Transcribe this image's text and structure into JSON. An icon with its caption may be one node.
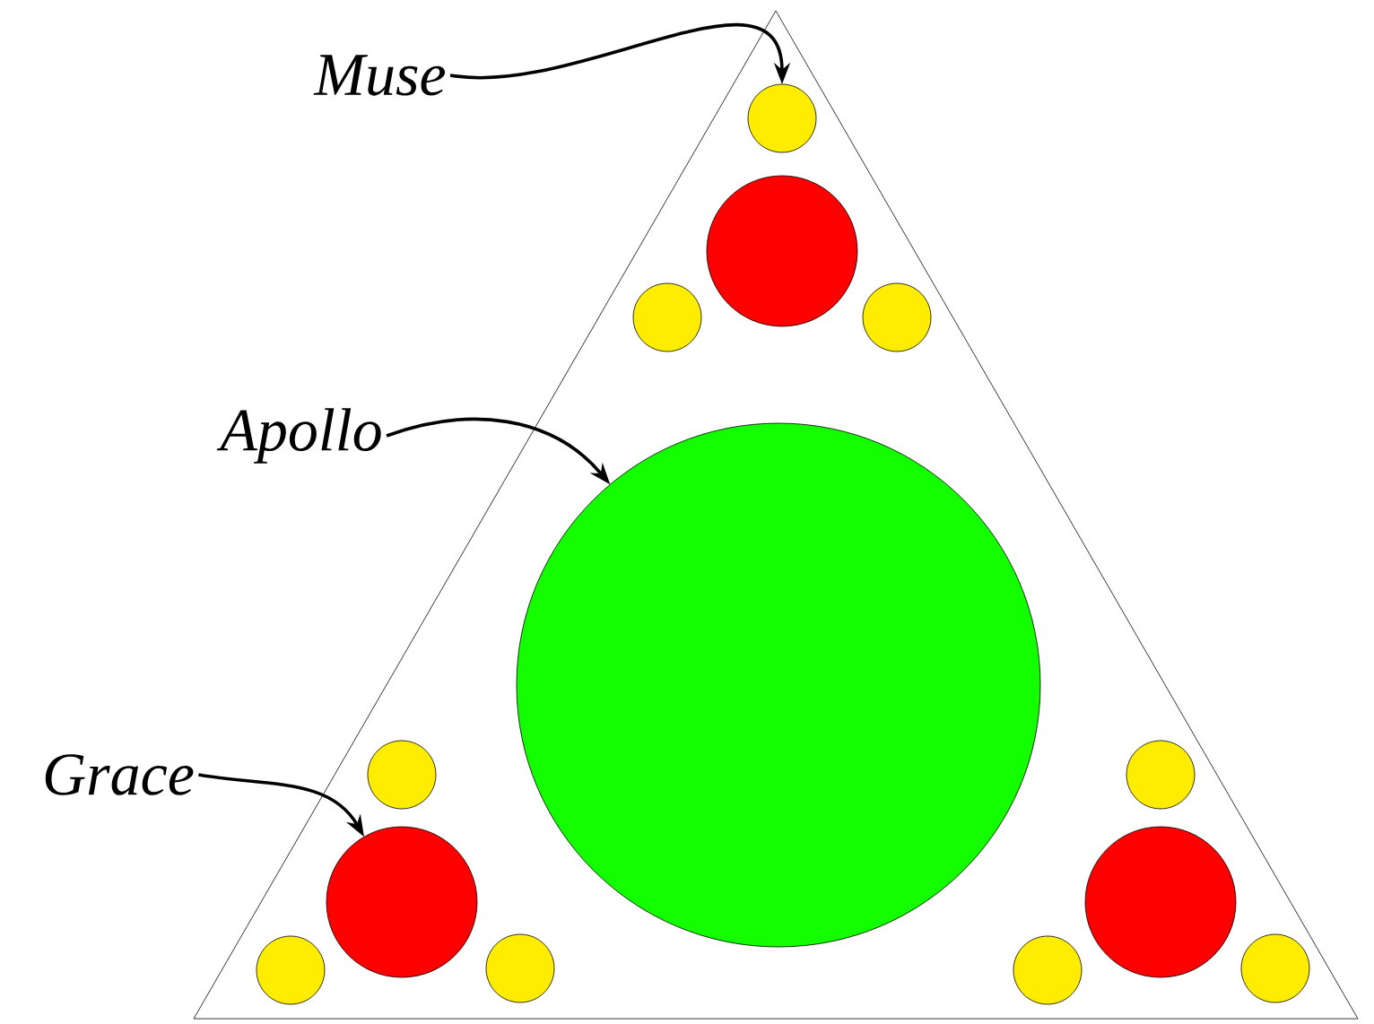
{
  "diagram": {
    "nodes": [
      {
        "text": [
          "Muse"
        ]
      },
      {
        "text": [],
        "shape": "triangle"
      },
      {
        "text": [],
        "shape": "circle",
        "in": 1
      },
      {
        "text": [],
        "shape": "circle",
        "in": 1
      },
      {
        "text": [],
        "shape": "circle",
        "in": 1
      },
      {
        "text": [],
        "shape": "circle",
        "in": 1
      },
      {
        "text": [
          "Apollo"
        ]
      },
      {
        "text": [],
        "shape": "circle",
        "in": 1
      },
      {
        "text": [
          "Grace"
        ]
      },
      {
        "text": [],
        "shape": "circle",
        "in": 1
      },
      {
        "text": [],
        "shape": "circle",
        "in": 1
      },
      {
        "text": [],
        "shape": "circle",
        "in": 1
      },
      {
        "text": [],
        "shape": "circle",
        "in": 1
      },
      {
        "text": [],
        "shape": "circle",
        "in": 1
      },
      {
        "text": [],
        "shape": "circle",
        "in": 1
      },
      {
        "text": [],
        "shape": "circle",
        "in": 1
      },
      {
        "text": [],
        "shape": "circle",
        "in": 1
      }
    ],
    "edges": [
      {
        "from": 0,
        "to": 2,
        "arrow": "to"
      },
      {
        "from": 6,
        "to": 7,
        "arrow": "to"
      },
      {
        "from": 8,
        "to": 11,
        "arrow": "to"
      }
    ]
  }
}
